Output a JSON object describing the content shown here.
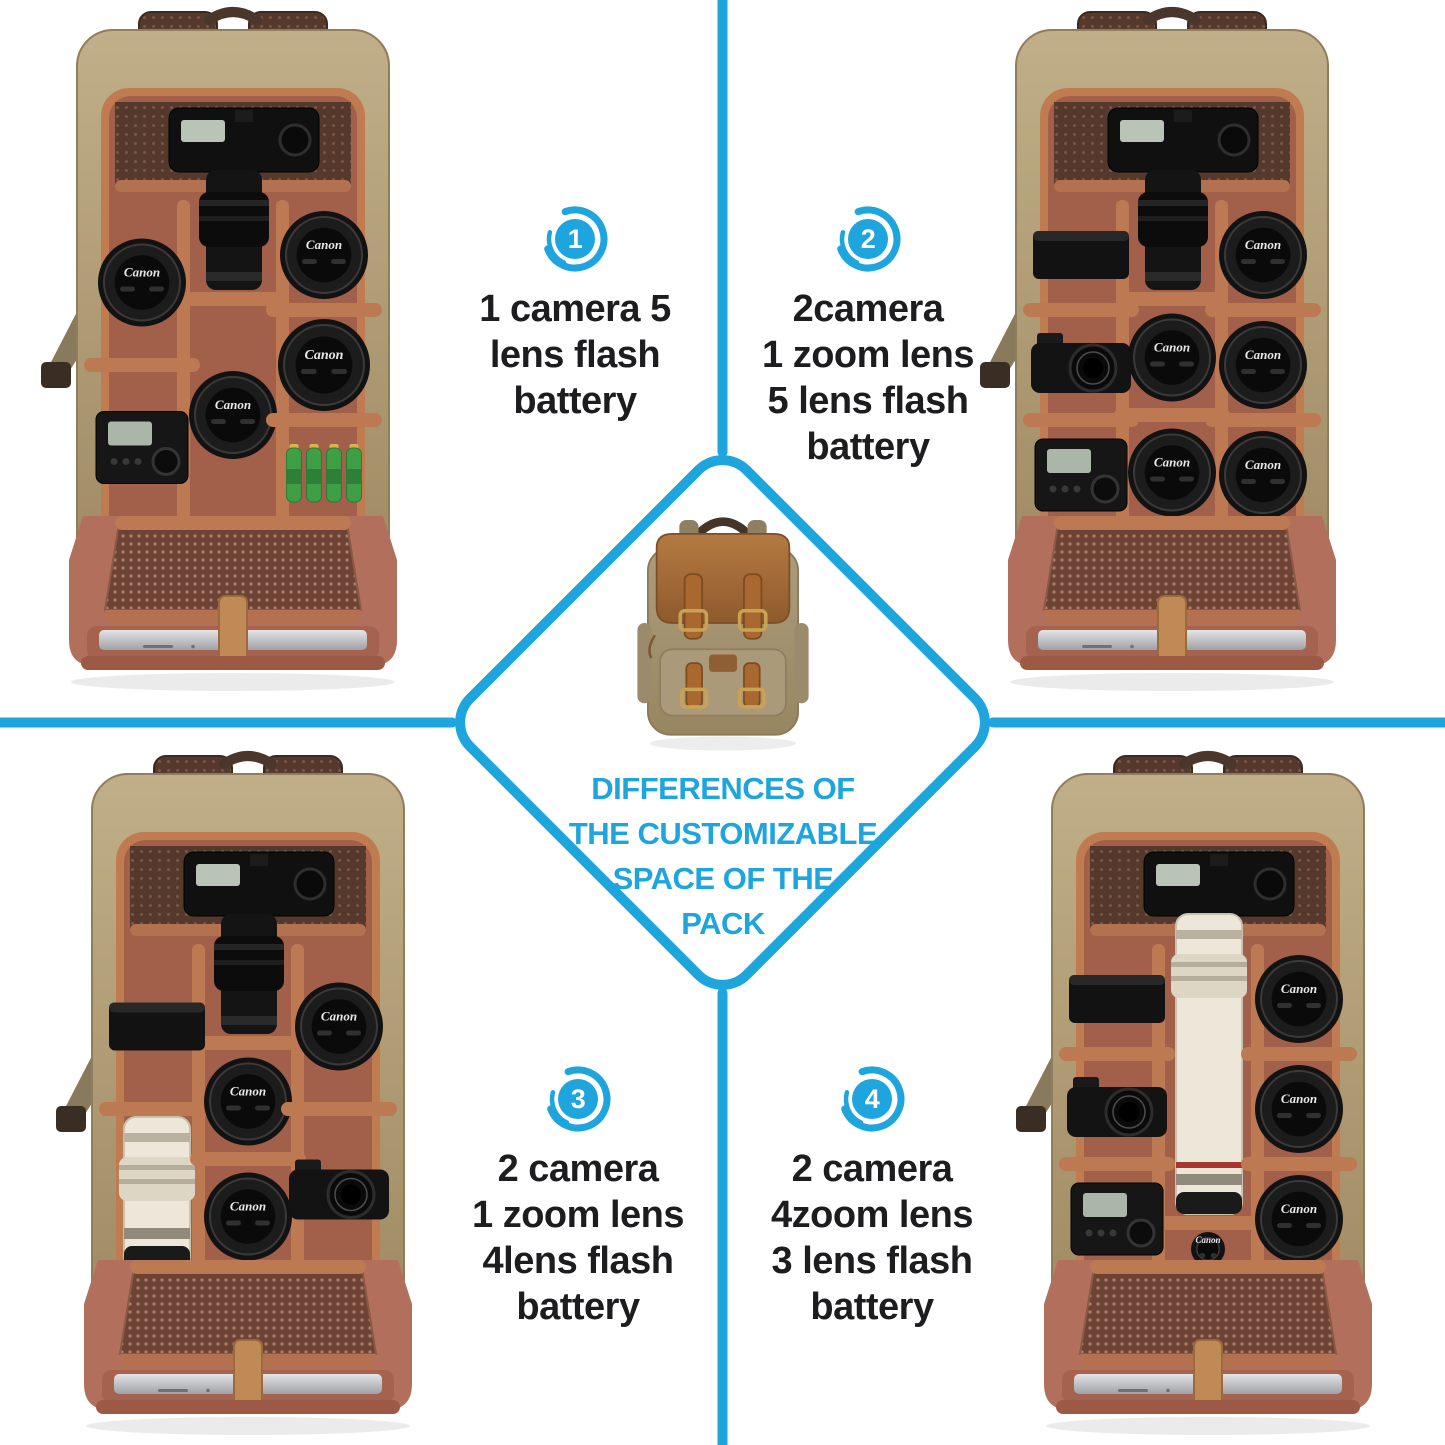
{
  "colors": {
    "accent_blue": "#1EA5DD",
    "text_dark": "#1D1D1F"
  },
  "lens_brand": "Canon",
  "center": {
    "caption_lines": [
      "DIFFERENCES OF",
      "THE CUSTOMIZABLE",
      "SPACE OF THE",
      "PACK"
    ],
    "product": "khaki-canvas-leather-flap-camera-backpack-closed"
  },
  "quadrants": [
    {
      "badge": "1",
      "lines": [
        "1 camera 5",
        "lens flash",
        "battery",
        ""
      ],
      "photo": {
        "scene": "open-camera-backpack",
        "big_lens_color": "black",
        "left_column": [
          "lens",
          "flash"
        ],
        "middle_column": [
          "lens"
        ],
        "right_column": [
          "lens",
          "lens-big",
          "batteries"
        ],
        "laptop": true,
        "mesh_pocket": true
      }
    },
    {
      "badge": "2",
      "lines": [
        "2camera",
        "1 zoom lens",
        "5 lens flash",
        "battery"
      ],
      "photo": {
        "scene": "open-camera-backpack",
        "big_lens_color": "black",
        "left_column": [
          "box",
          "camera",
          "flash"
        ],
        "middle_column": [
          "lens",
          "lens"
        ],
        "right_column": [
          "lens",
          "lens",
          "lens"
        ],
        "laptop": true,
        "mesh_pocket": true
      }
    },
    {
      "badge": "3",
      "lines": [
        "2 camera",
        "1 zoom lens",
        "4lens flash",
        "battery"
      ],
      "photo": {
        "scene": "open-camera-backpack",
        "big_lens_color": "black",
        "left_column": [
          "box",
          "white-lens"
        ],
        "middle_column": [
          "lens",
          "lens"
        ],
        "right_column": [
          "lens",
          "camera"
        ],
        "laptop": true,
        "mesh_pocket": true
      }
    },
    {
      "badge": "4",
      "lines": [
        "2 camera",
        "4zoom lens",
        "3 lens flash",
        "battery"
      ],
      "photo": {
        "scene": "open-camera-backpack",
        "big_lens_color": "white",
        "left_column": [
          "box",
          "camera",
          "flash"
        ],
        "middle_column": [
          "lens"
        ],
        "right_column": [
          "lens",
          "lens",
          "lens"
        ],
        "laptop": true,
        "mesh_pocket": true
      }
    }
  ]
}
